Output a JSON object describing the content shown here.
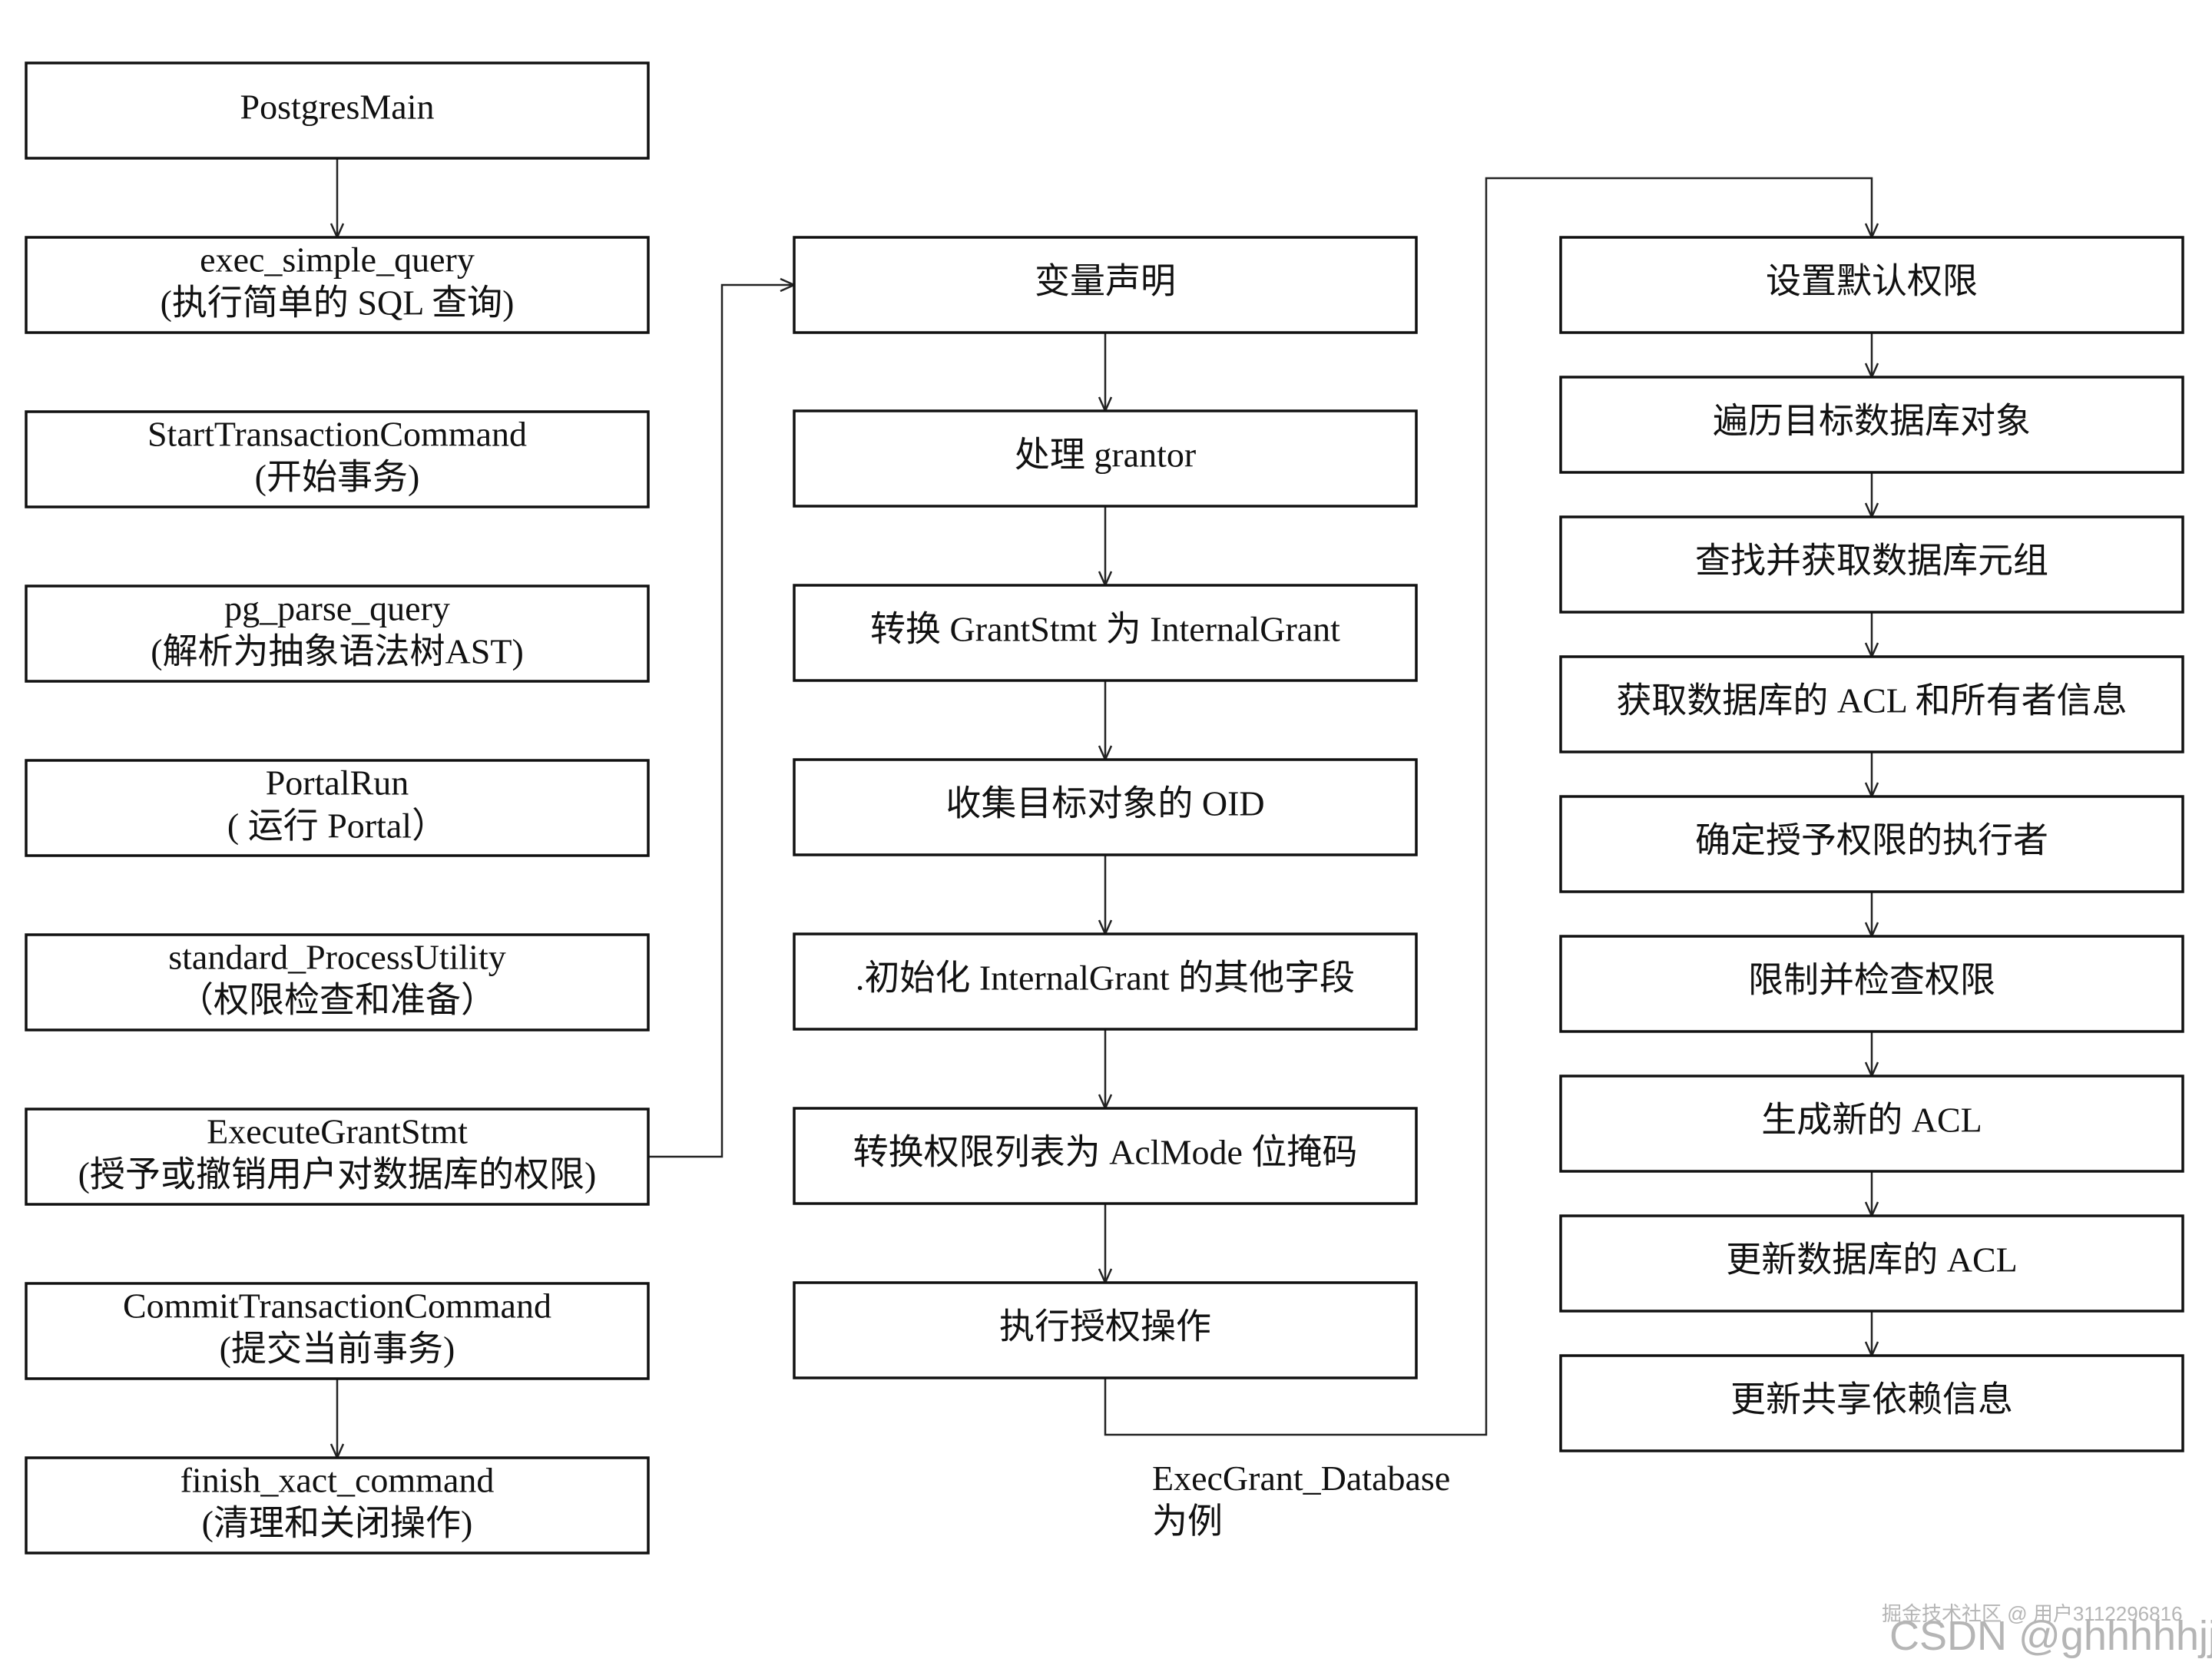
{
  "colors": {
    "stroke": "#111111",
    "background": "#ffffff",
    "watermark": "#b5b5b5"
  },
  "columns": [
    {
      "nodes": [
        {
          "lines": [
            "PostgresMain"
          ]
        },
        {
          "lines": [
            "exec_simple_query",
            "(执行简单的 SQL 查询)"
          ]
        },
        {
          "lines": [
            "StartTransactionCommand",
            "(开始事务)"
          ]
        },
        {
          "lines": [
            "pg_parse_query",
            "(解析为抽象语法树AST)"
          ]
        },
        {
          "lines": [
            "PortalRun",
            "( 运行 Portal）"
          ]
        },
        {
          "lines": [
            "standard_ProcessUtility",
            "（权限检查和准备）"
          ]
        },
        {
          "lines": [
            "ExecuteGrantStmt",
            "(授予或撤销用户对数据库的权限)"
          ]
        },
        {
          "lines": [
            "CommitTransactionCommand",
            "(提交当前事务)"
          ]
        },
        {
          "lines": [
            "finish_xact_command",
            "(清理和关闭操作)"
          ]
        }
      ]
    },
    {
      "nodes": [
        {
          "lines": [
            "变量声明"
          ]
        },
        {
          "lines": [
            "处理 grantor"
          ]
        },
        {
          "lines": [
            "转换 GrantStmt 为 InternalGrant"
          ]
        },
        {
          "lines": [
            "收集目标对象的 OID"
          ]
        },
        {
          "lines": [
            ".初始化 InternalGrant 的其他字段"
          ]
        },
        {
          "lines": [
            "转换权限列表为 AclMode 位掩码"
          ]
        },
        {
          "lines": [
            "执行授权操作"
          ]
        }
      ]
    },
    {
      "nodes": [
        {
          "lines": [
            "设置默认权限"
          ]
        },
        {
          "lines": [
            "遍历目标数据库对象"
          ]
        },
        {
          "lines": [
            "查找并获取数据库元组"
          ]
        },
        {
          "lines": [
            "获取数据库的 ACL 和所有者信息"
          ]
        },
        {
          "lines": [
            "确定授予权限的执行者"
          ]
        },
        {
          "lines": [
            "限制并检查权限"
          ]
        },
        {
          "lines": [
            "生成新的 ACL"
          ]
        },
        {
          "lines": [
            "更新数据库的 ACL"
          ]
        },
        {
          "lines": [
            "更新共享依赖信息"
          ]
        }
      ]
    }
  ],
  "caption": [
    "ExecGrant_Database",
    "为例"
  ],
  "watermark": {
    "csdn": "CSDN @ghhhhhjj",
    "juejin": "掘金技术社区 @ 用户3112296816"
  }
}
